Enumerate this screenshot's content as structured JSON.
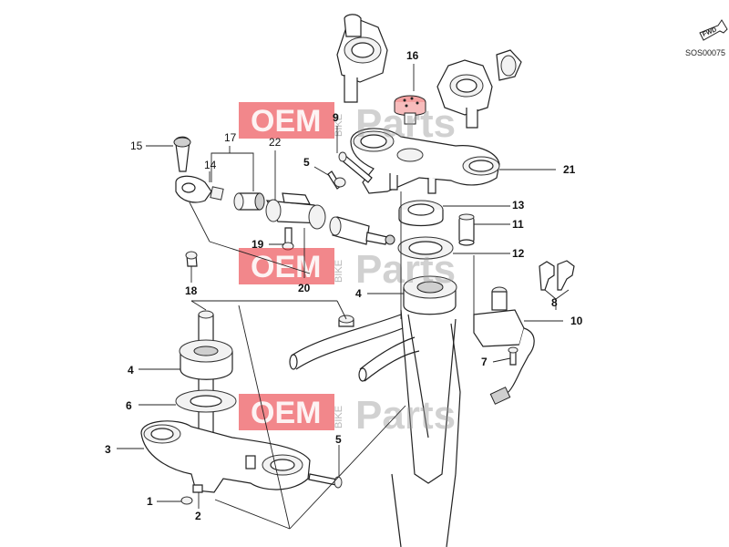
{
  "diagram": {
    "code": "SOS00075",
    "fwd_label": "FWD"
  },
  "watermark": {
    "oem": "OEM",
    "bike": "BIKE",
    "parts": "Parts"
  },
  "callouts": {
    "c1": "1",
    "c2": "2",
    "c3": "3",
    "c4a": "4",
    "c4b": "4",
    "c5a": "5",
    "c5b": "5",
    "c6": "6",
    "c7": "7",
    "c8": "8",
    "c9": "9",
    "c10": "10",
    "c11": "11",
    "c12": "12",
    "c13": "13",
    "c14": "14",
    "c15": "15",
    "c16": "16",
    "c17": "17",
    "c18": "18",
    "c19": "19",
    "c20": "20",
    "c21": "21",
    "c22": "22"
  },
  "colors": {
    "watermark_red": "#e8242c",
    "line": "#222222",
    "highlight_part": "#f4a0a0"
  }
}
